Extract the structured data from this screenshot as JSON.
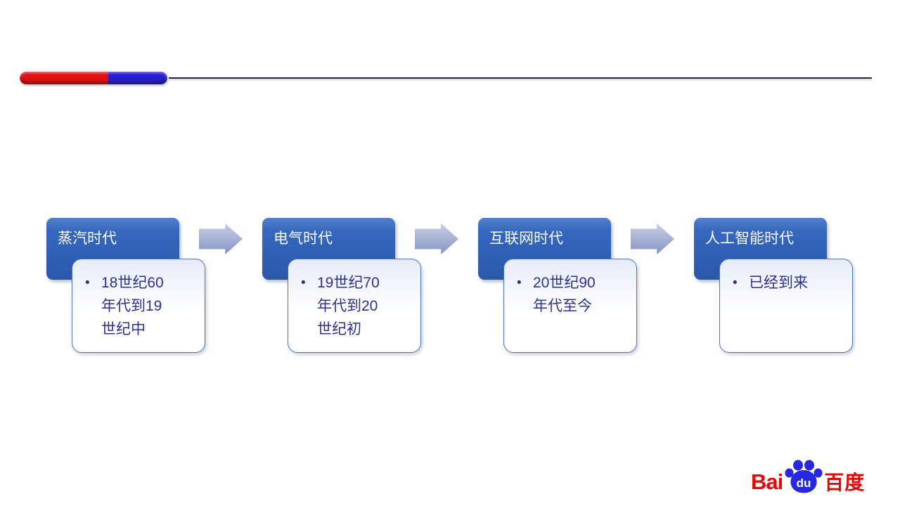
{
  "slide": {
    "background": "#ffffff"
  },
  "accent_bar": {
    "red": "#e01212",
    "blue": "#2a1fd0",
    "line_color": "#232347"
  },
  "bullet_char": "•",
  "stages": [
    {
      "title": "蒸汽时代",
      "bullet": "18世纪60\n年代到19\n世纪中"
    },
    {
      "title": "电气时代",
      "bullet": "19世纪70\n年代到20\n世纪初"
    },
    {
      "title": "互联网时代",
      "bullet": "20世纪90\n年代至今"
    },
    {
      "title": "人工智能时代",
      "bullet": "已经到来"
    }
  ],
  "colors": {
    "stage_header_top": "#547fcb",
    "stage_header_bottom": "#2a57a9",
    "stage_title_text": "#ffffff",
    "stage_body_border": "#4a72c0",
    "stage_body_tint": "#e6ecf7",
    "bullet_text": "#2e3192",
    "arrow_top": "#c6cee5",
    "arrow_bottom": "#8393c2"
  },
  "logo": {
    "bai": "Bai",
    "du": "du",
    "cn": "百度",
    "red": "#e10a0a",
    "blue": "#2727de"
  }
}
